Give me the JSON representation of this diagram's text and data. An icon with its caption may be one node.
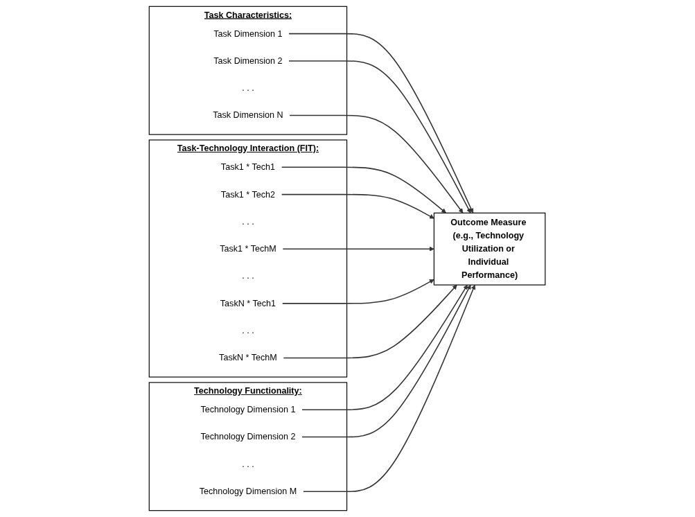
{
  "diagram": {
    "nodes": [
      {
        "text": [
          "Task Characteristics:"
        ]
      },
      {
        "text": [
          "Task Dimension 1"
        ],
        "in": 0
      },
      {
        "text": [
          "Task Dimension 2"
        ],
        "in": 0
      },
      {
        "text": [
          ". . ."
        ],
        "in": 0
      },
      {
        "text": [
          "Task Dimension N"
        ],
        "in": 0
      },
      {
        "text": [
          "Task-Technology Interaction (FIT):"
        ]
      },
      {
        "text": [
          "Task1 * Tech1"
        ],
        "in": 5
      },
      {
        "text": [
          "Task1 * Tech2"
        ],
        "in": 5
      },
      {
        "text": [
          ". . ."
        ],
        "in": 5
      },
      {
        "text": [
          "Task1 * TechM"
        ],
        "in": 5
      },
      {
        "text": [
          ". . ."
        ],
        "in": 5
      },
      {
        "text": [
          "TaskN * Tech1"
        ],
        "in": 5
      },
      {
        "text": [
          ". . ."
        ],
        "in": 5
      },
      {
        "text": [
          "TaskN * TechM"
        ],
        "in": 5
      },
      {
        "text": [
          "Technology Functionality:"
        ]
      },
      {
        "text": [
          "Technology Dimension 1"
        ],
        "in": 14
      },
      {
        "text": [
          "Technology Dimension 2"
        ],
        "in": 14
      },
      {
        "text": [
          ". . ."
        ],
        "in": 14
      },
      {
        "text": [
          "Technology Dimension M"
        ],
        "in": 14
      },
      {
        "text": [
          "Outcome Measure (e.g., Technology Utilization or Individual Performance)"
        ]
      }
    ],
    "edges": [
      {
        "from": 1,
        "to": 19,
        "arrow": "to"
      },
      {
        "from": 2,
        "to": 19,
        "arrow": "to"
      },
      {
        "from": 4,
        "to": 19,
        "arrow": "to"
      },
      {
        "from": 6,
        "to": 19,
        "arrow": "to"
      },
      {
        "from": 7,
        "to": 19,
        "arrow": "to"
      },
      {
        "from": 9,
        "to": 19,
        "arrow": "to"
      },
      {
        "from": 11,
        "to": 19,
        "arrow": "to"
      },
      {
        "from": 13,
        "to": 19,
        "arrow": "to"
      },
      {
        "from": 15,
        "to": 19,
        "arrow": "to"
      },
      {
        "from": 16,
        "to": 19,
        "arrow": "to"
      },
      {
        "from": 18,
        "to": 19,
        "arrow": "to"
      }
    ]
  }
}
